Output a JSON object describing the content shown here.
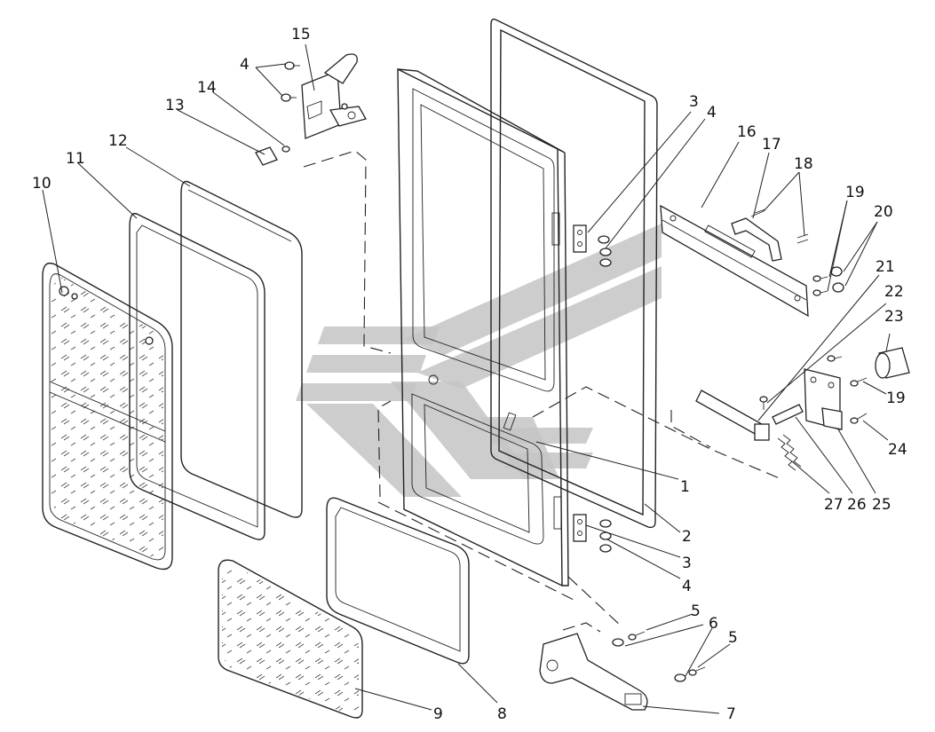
{
  "diagram": {
    "watermark_color": "#c4c4c4",
    "labels": [
      {
        "id": "l1",
        "text": "1"
      },
      {
        "id": "l2",
        "text": "2"
      },
      {
        "id": "l3a",
        "text": "3"
      },
      {
        "id": "l3b",
        "text": "3"
      },
      {
        "id": "l4a",
        "text": "4"
      },
      {
        "id": "l4b",
        "text": "4"
      },
      {
        "id": "l4c",
        "text": "4"
      },
      {
        "id": "l5a",
        "text": "5"
      },
      {
        "id": "l5b",
        "text": "5"
      },
      {
        "id": "l6",
        "text": "6"
      },
      {
        "id": "l7",
        "text": "7"
      },
      {
        "id": "l8",
        "text": "8"
      },
      {
        "id": "l9",
        "text": "9"
      },
      {
        "id": "l10",
        "text": "10"
      },
      {
        "id": "l11",
        "text": "11"
      },
      {
        "id": "l12",
        "text": "12"
      },
      {
        "id": "l13",
        "text": "13"
      },
      {
        "id": "l14",
        "text": "14"
      },
      {
        "id": "l15",
        "text": "15"
      },
      {
        "id": "l16",
        "text": "16"
      },
      {
        "id": "l17",
        "text": "17"
      },
      {
        "id": "l18",
        "text": "18"
      },
      {
        "id": "l19a",
        "text": "19"
      },
      {
        "id": "l19b",
        "text": "19"
      },
      {
        "id": "l20",
        "text": "20"
      },
      {
        "id": "l21",
        "text": "21"
      },
      {
        "id": "l22",
        "text": "22"
      },
      {
        "id": "l23",
        "text": "23"
      },
      {
        "id": "l24",
        "text": "24"
      },
      {
        "id": "l25",
        "text": "25"
      },
      {
        "id": "l26",
        "text": "26"
      },
      {
        "id": "l27",
        "text": "27"
      }
    ]
  }
}
